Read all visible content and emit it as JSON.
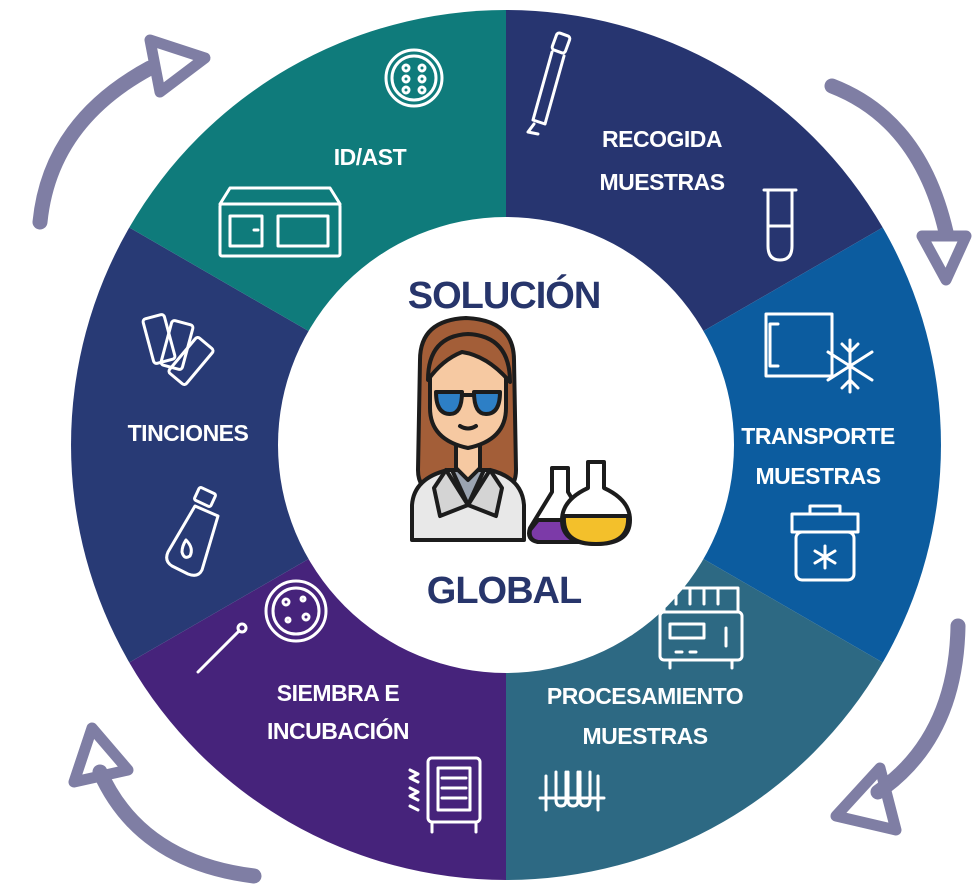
{
  "center": {
    "title_top": "SOLUCIÓN",
    "title_bottom": "GLOBAL"
  },
  "segments": [
    {
      "label_lines": [
        "RECOGIDA",
        "MUESTRAS"
      ],
      "color": "#273570",
      "icon": "swab-and-test-tube-icon"
    },
    {
      "label_lines": [
        "TRANSPORTE",
        "MUESTRAS"
      ],
      "color": "#0c5c9f",
      "icon": "freezer-and-cooler-icon"
    },
    {
      "label_lines": [
        "PROCESAMIENTO",
        "MUESTRAS"
      ],
      "color": "#2d6983",
      "icon": "analyzer-and-tube-rack-icon"
    },
    {
      "label_lines": [
        "SIEMBRA E",
        "INCUBACIÓN"
      ],
      "color": "#46237b",
      "icon": "petri-dish-and-incubator-icon"
    },
    {
      "label_lines": [
        "TINCIONES"
      ],
      "color": "#283a75",
      "icon": "stain-bottle-and-slides-icon"
    },
    {
      "label_lines": [
        "ID/AST"
      ],
      "color": "#0f7b7b",
      "icon": "id-ast-instrument-icon"
    }
  ],
  "colors": {
    "arrows": "#7f7ea4",
    "center_text": "#27356b",
    "center_fill": "#ffffff"
  }
}
